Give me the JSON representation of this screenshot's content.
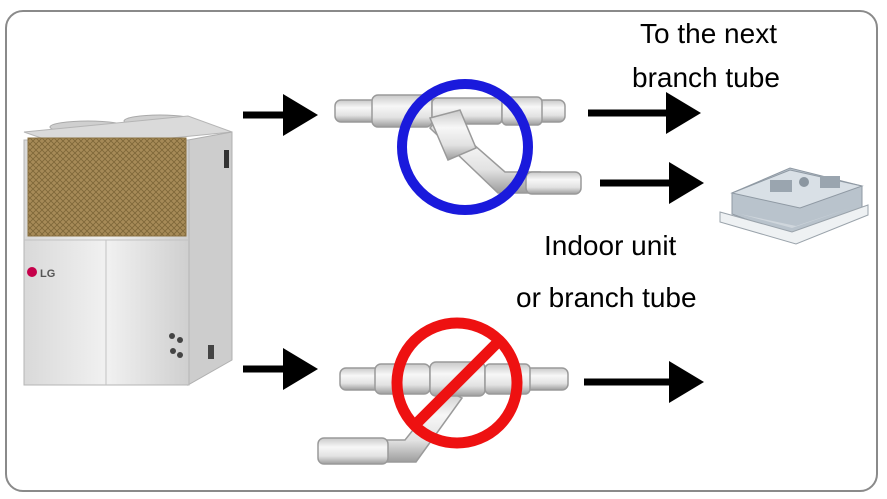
{
  "labels": {
    "next_branch_line1": "To the next",
    "next_branch_line2": "branch tube",
    "indoor_line1": "Indoor unit",
    "indoor_line2": "or branch tube",
    "brand": "LG"
  },
  "status": {
    "correct": "circle",
    "incorrect": "prohibited"
  },
  "colors": {
    "correct_ring": "#1a1adc",
    "incorrect_ring": "#ee1111",
    "arrow": "#000000",
    "pipe": "#e6e6e6",
    "pipe_shadow": "#a9a9a9",
    "condenser_grille": "#9c8150",
    "unit_body": "#e9e9e9"
  }
}
